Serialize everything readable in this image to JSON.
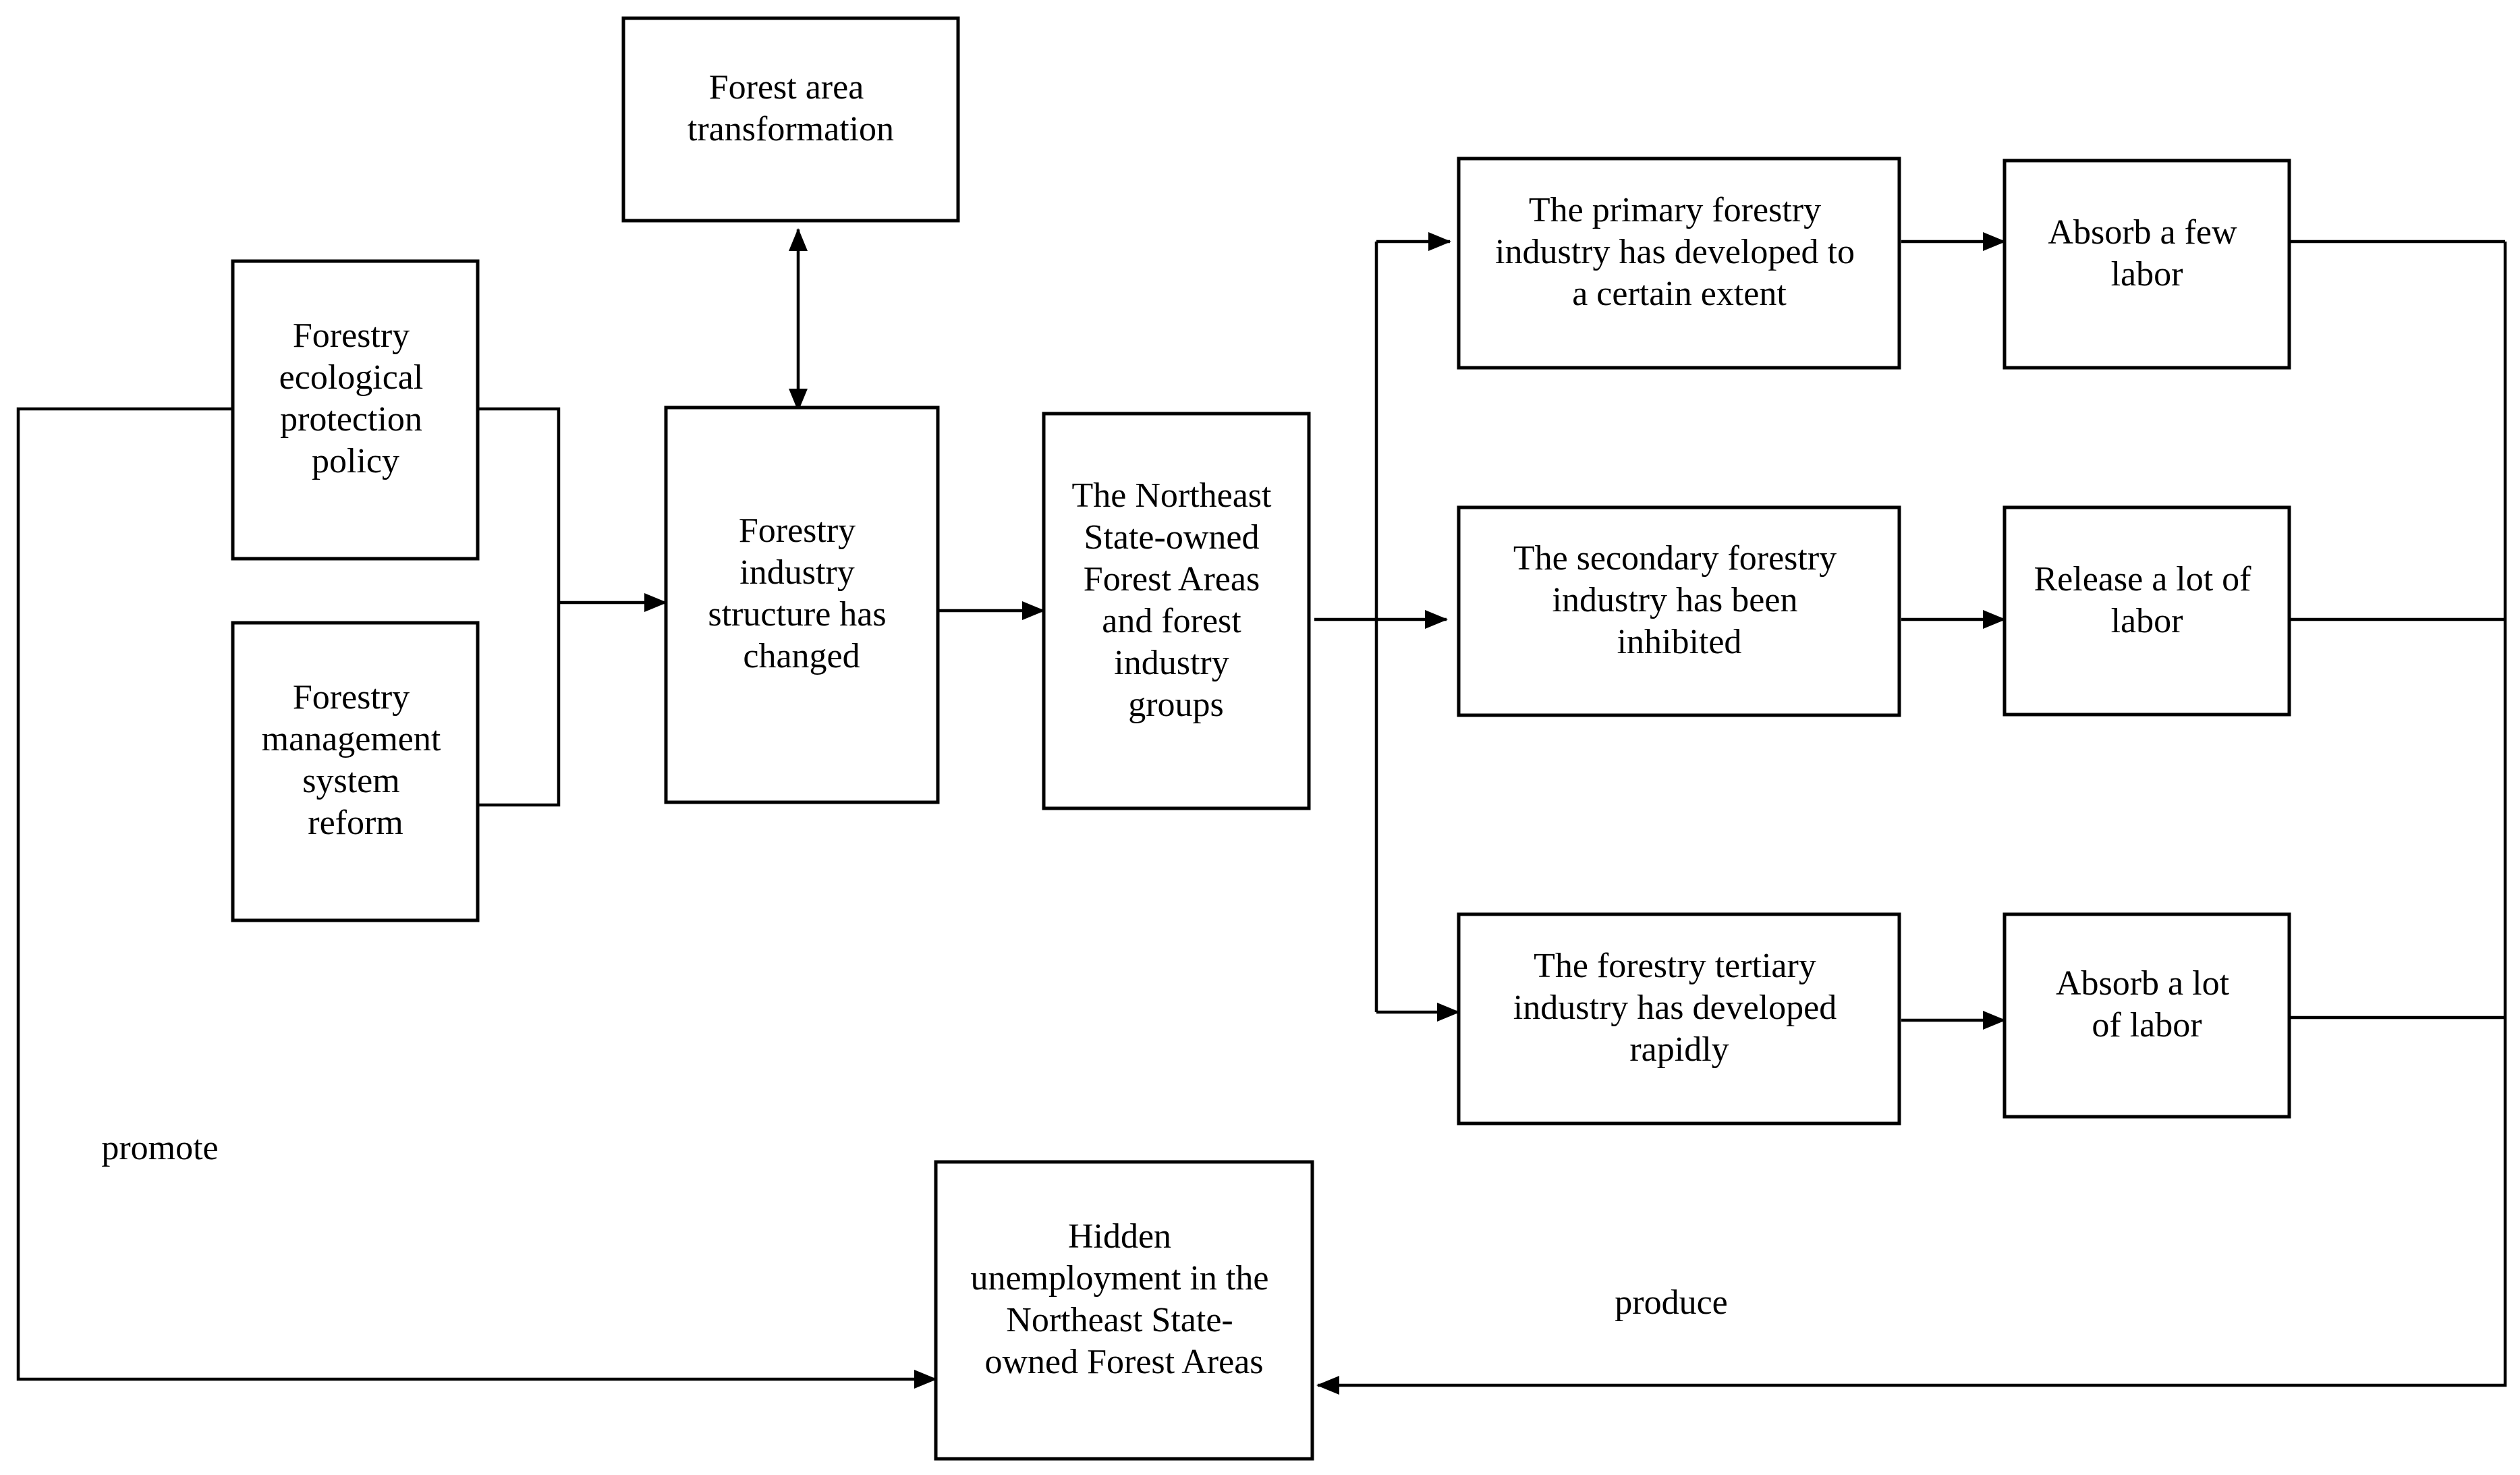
{
  "nodes": {
    "forest_area_transformation": [
      "Forest area",
      "transformation"
    ],
    "ecological_policy": [
      "Forestry",
      "ecological",
      "protection",
      "policy"
    ],
    "management_reform": [
      "Forestry",
      "management",
      "system",
      "reform"
    ],
    "structure_changed": [
      "Forestry",
      "industry",
      "structure has",
      "changed"
    ],
    "northeast_areas": [
      "The Northeast",
      "State-owned",
      "Forest Areas",
      "and forest",
      "industry",
      "groups"
    ],
    "primary_industry": [
      "The primary forestry",
      "industry has developed to",
      "a certain extent"
    ],
    "secondary_industry": [
      "The secondary forestry",
      "industry has been",
      "inhibited"
    ],
    "tertiary_industry": [
      "The forestry tertiary",
      "industry has developed",
      "rapidly"
    ],
    "absorb_few": [
      "Absorb a few",
      "labor"
    ],
    "release_lot": [
      "Release a lot of",
      "labor"
    ],
    "absorb_lot": [
      "Absorb a lot",
      "of labor"
    ],
    "hidden_unemployment": [
      "Hidden",
      "unemployment in the",
      "Northeast State-",
      "owned Forest Areas"
    ]
  },
  "labels": {
    "promote": "promote",
    "produce": "produce"
  },
  "colors": {
    "stroke": "#000000",
    "background": "#ffffff"
  }
}
